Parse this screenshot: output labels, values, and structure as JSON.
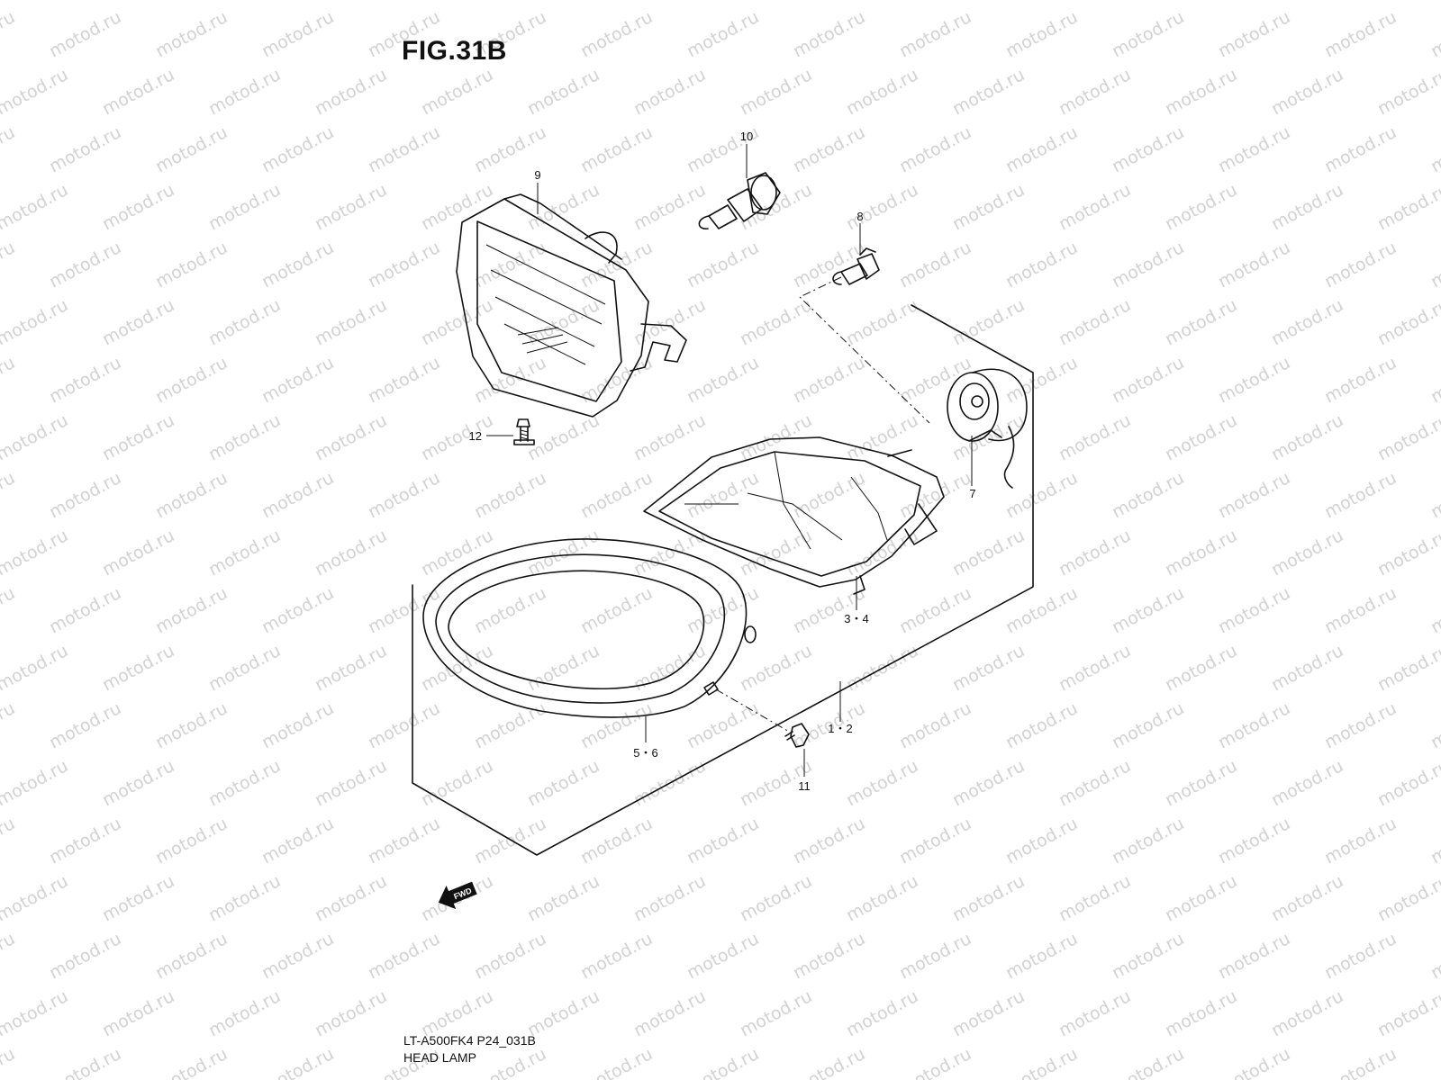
{
  "figure": {
    "id": "FIG.31B",
    "code": "LT-A500FK4 P24_031B",
    "name": "HEAD LAMP"
  },
  "watermark": "motod.ru",
  "direction_marker": "FWD",
  "callouts": [
    {
      "key": "c9",
      "label": "9"
    },
    {
      "key": "c10",
      "label": "10"
    },
    {
      "key": "c8",
      "label": "8"
    },
    {
      "key": "c12",
      "label": "12"
    },
    {
      "key": "c7",
      "label": "7"
    },
    {
      "key": "c34",
      "label": "3・4"
    },
    {
      "key": "c12b",
      "label": "1・2"
    },
    {
      "key": "c56",
      "label": "5・6"
    },
    {
      "key": "c11",
      "label": "11"
    }
  ],
  "colors": {
    "line": "#111111",
    "watermark": "#d2d2d2",
    "background": "#ffffff"
  }
}
